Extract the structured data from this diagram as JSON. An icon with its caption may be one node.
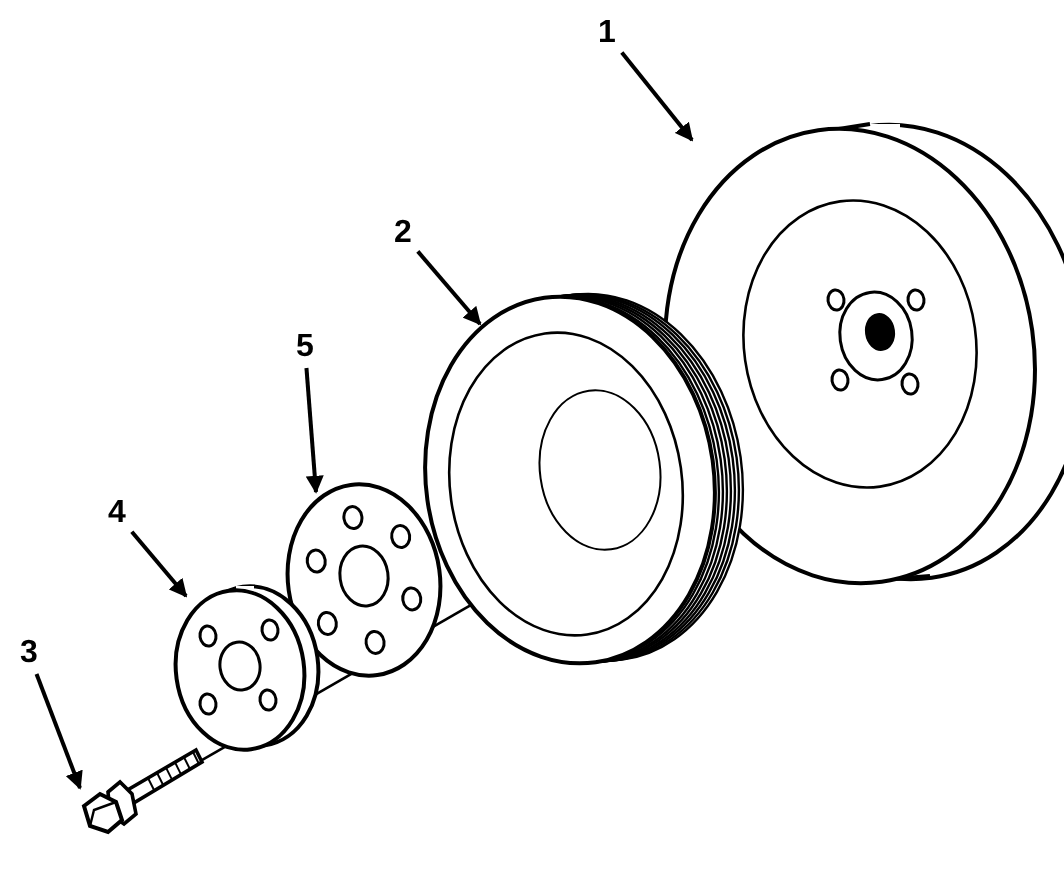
{
  "diagram": {
    "nodes": [
      {
        "text": [
          "1"
        ]
      },
      {
        "text": [
          "2"
        ]
      },
      {
        "text": [
          "3"
        ]
      },
      {
        "text": [
          "4"
        ]
      },
      {
        "text": [
          "5"
        ]
      },
      {
        "text": [],
        "shape": "picture"
      },
      {
        "text": [],
        "shape": "picture"
      },
      {
        "text": [],
        "shape": "picture"
      },
      {
        "text": [],
        "shape": "picture"
      },
      {
        "text": [],
        "shape": "picture"
      }
    ],
    "edges": [
      {
        "from": 0,
        "to": 5,
        "arrow": "to"
      },
      {
        "from": 1,
        "to": 6,
        "arrow": "to"
      },
      {
        "from": 2,
        "to": 7,
        "arrow": "to"
      },
      {
        "from": 3,
        "to": 8,
        "arrow": "to"
      },
      {
        "from": 4,
        "to": 9,
        "arrow": "to"
      }
    ]
  }
}
